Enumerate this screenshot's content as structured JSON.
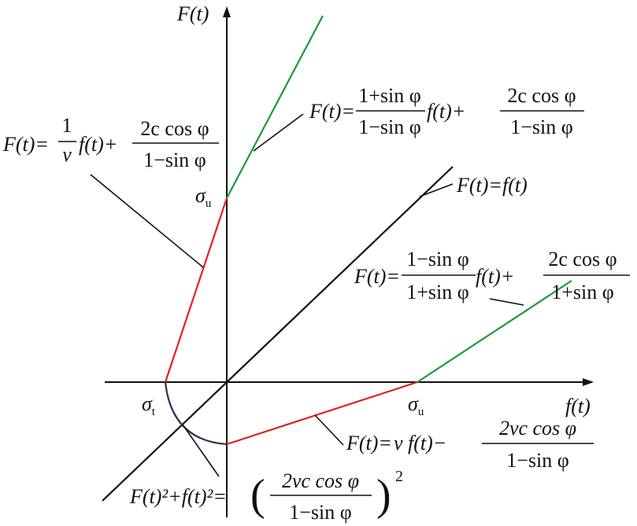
{
  "axes": {
    "y_label": "F(t)",
    "x_label": "f(t)"
  },
  "points": {
    "sigma_u_y": {
      "symbol": "σ",
      "sub": "u"
    },
    "sigma_t": {
      "symbol": "σ",
      "sub": "t"
    },
    "sigma_u_x": {
      "symbol": "σ",
      "sub": "u"
    }
  },
  "equations": {
    "green_upper": {
      "lhs": "F(t)=",
      "frac1_num": "1+sin φ",
      "frac1_den": "1−sin φ",
      "mid": "f(t)+",
      "frac2_num": "2c cos φ",
      "frac2_den": "1−sin φ"
    },
    "red_upper": {
      "lhs": "F(t)=",
      "frac1_num": "1",
      "frac1_den": "v",
      "mid": "f(t)+",
      "frac2_num": "2c cos φ",
      "frac2_den": "1−sin φ"
    },
    "identity": {
      "text": "F(t)=f(t)"
    },
    "green_lower": {
      "lhs": "F(t)=",
      "frac1_num": "1−sin φ",
      "frac1_den": "1+sin φ",
      "mid": "f(t)+",
      "frac2_num": "2c cos φ",
      "frac2_den": "1+sin φ"
    },
    "red_lower": {
      "lhs": "F(t)=",
      "mid": "v f(t)−",
      "frac_num": "2vc cos φ",
      "frac_den": "1−sin φ"
    },
    "circle": {
      "lhs": "F(t)²+f(t)²=",
      "frac_num": "2vc cos φ",
      "frac_den": "1−sin φ",
      "exp": "2"
    }
  },
  "colors": {
    "axis": "#111111",
    "red": "#e0231c",
    "green": "#1a9a3a",
    "arc": "#2a3350"
  }
}
